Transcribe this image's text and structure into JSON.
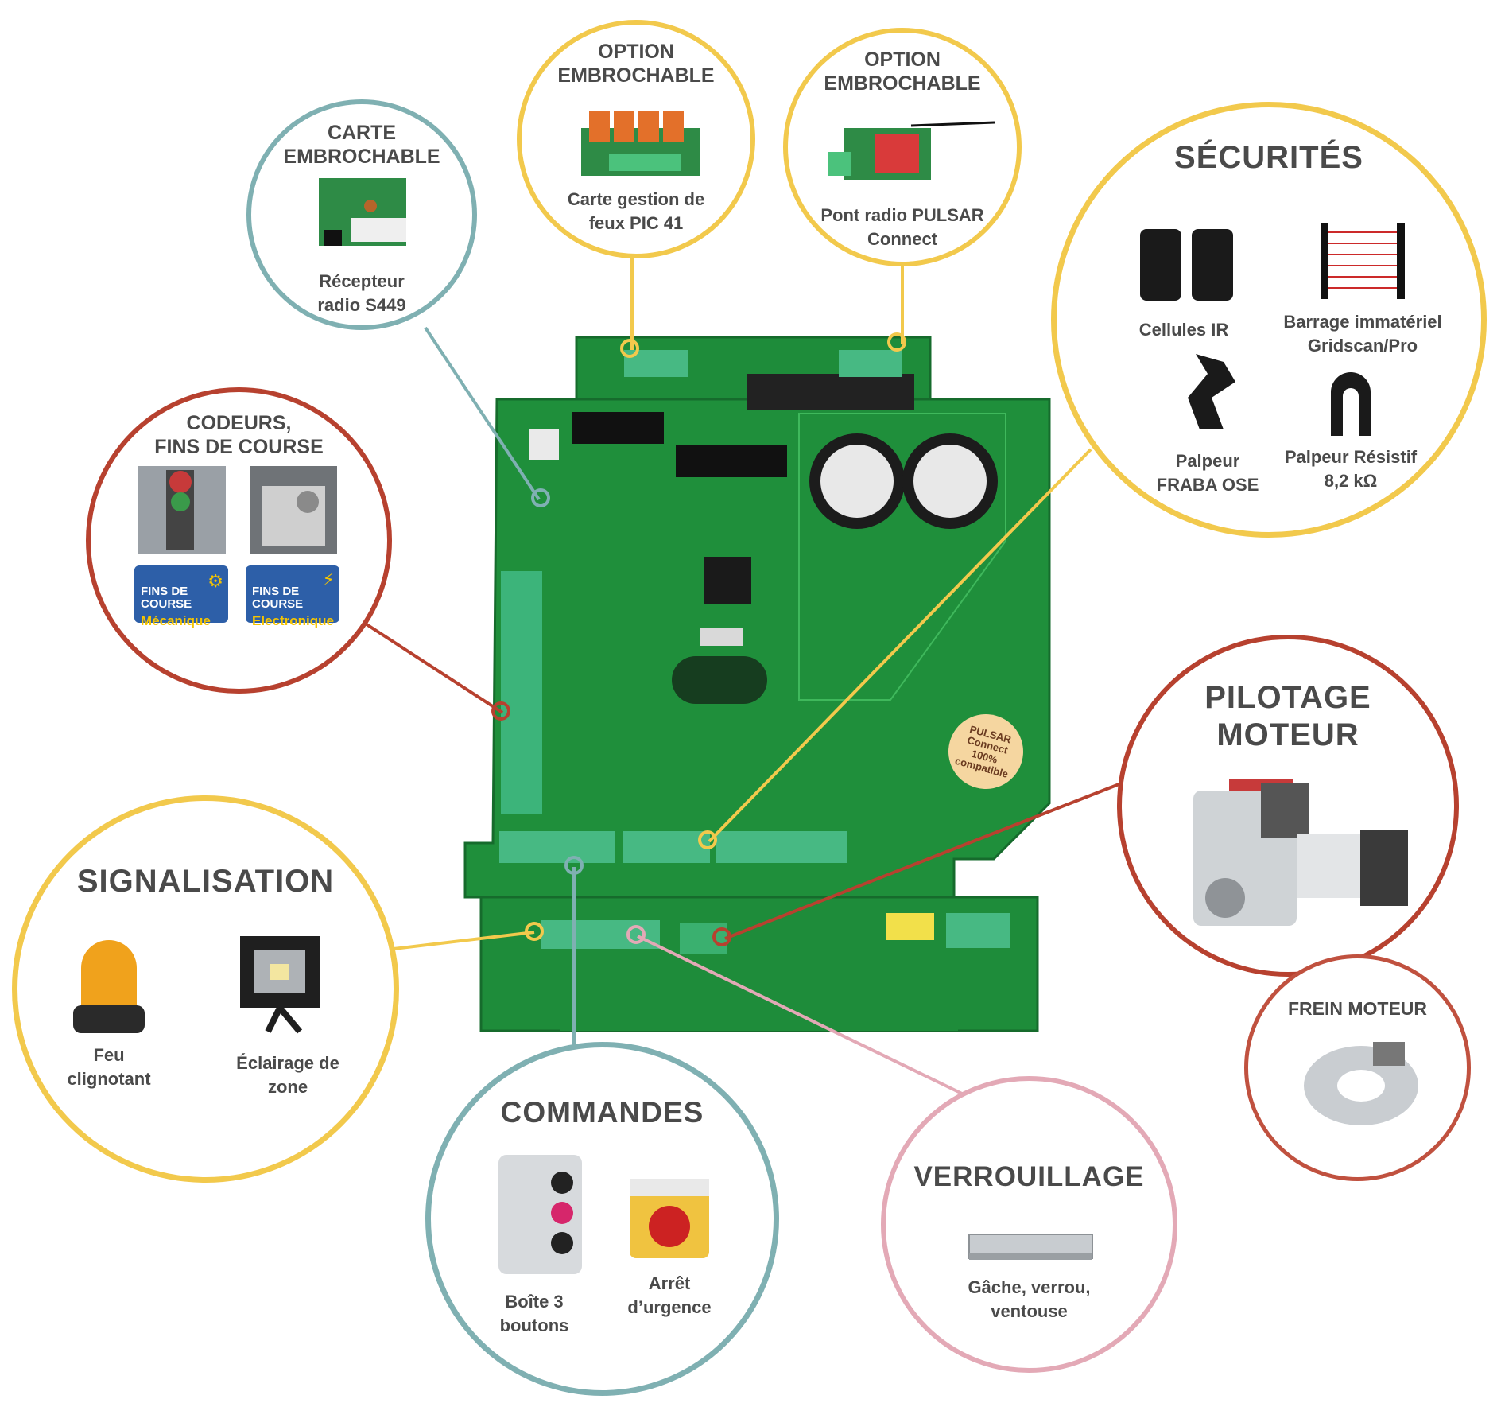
{
  "colors": {
    "yellow": "#f2c94c",
    "teal": "#7fb0b2",
    "red": "#b7412f",
    "pink": "#e3a9b6",
    "board_green": "#1e8c3a",
    "text": "#4a4a4a"
  },
  "board": {
    "badge_text": "PULSAR\nConnect\n100%\ncompatible"
  },
  "nodes": {
    "carte": {
      "title": "CARTE\nEMBROCHABLE",
      "caption": "Récepteur\nradio S449"
    },
    "option1": {
      "title": "OPTION\nEMBROCHABLE",
      "caption": "Carte gestion de\nfeux PIC 41"
    },
    "option2": {
      "title": "OPTION\nEMBROCHABLE",
      "caption": "Pont radio PULSAR\nConnect"
    },
    "securites": {
      "title": "SÉCURITÉS",
      "items": [
        {
          "label": "Cellules IR",
          "icon": "ir-cells-icon"
        },
        {
          "label": "Barrage immatériel\nGridscan/Pro",
          "icon": "light-curtain-icon"
        },
        {
          "label": "Palpeur\nFRABA OSE",
          "icon": "fraba-sensor-icon"
        },
        {
          "label": "Palpeur Résistif\n8,2 kΩ",
          "icon": "resistive-sensor-icon"
        }
      ]
    },
    "codeurs": {
      "title": "CODEURS,\nFINS DE COURSE",
      "badges": [
        {
          "line1": "FINS DE\nCOURSE",
          "line2": "Mécanique",
          "icon": "gear-icon"
        },
        {
          "line1": "FINS DE\nCOURSE",
          "line2": "Electronique",
          "icon": "lightning-icon"
        }
      ]
    },
    "pilotage": {
      "title": "PILOTAGE\nMOTEUR"
    },
    "frein": {
      "title": "FREIN MOTEUR"
    },
    "signalisation": {
      "title": "SIGNALISATION",
      "items": [
        {
          "label": "Feu\nclignotant",
          "icon": "beacon-icon"
        },
        {
          "label": "Éclairage de\nzone",
          "icon": "floodlight-icon"
        }
      ]
    },
    "commandes": {
      "title": "COMMANDES",
      "items": [
        {
          "label": "Boîte 3\nboutons",
          "icon": "three-button-box-icon"
        },
        {
          "label": "Arrêt\nd’urgence",
          "icon": "emergency-stop-icon"
        }
      ]
    },
    "verrouillage": {
      "title": "VERROUILLAGE",
      "caption": "Gâche, verrou,\nventouse"
    }
  }
}
